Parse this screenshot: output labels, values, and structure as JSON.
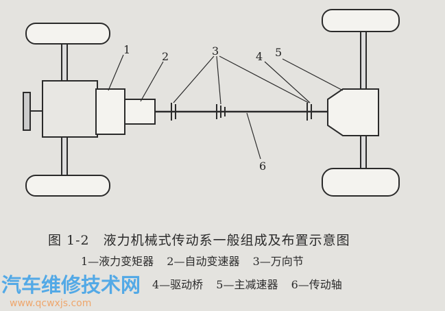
{
  "figure": {
    "caption": "图 1-2　液力机械式传动系一般组成及布置示意图",
    "callouts": [
      "1",
      "2",
      "3",
      "4",
      "5",
      "6"
    ],
    "legend_line1": [
      "1—液力变矩器",
      "2—自动变速器",
      "3—万向节"
    ],
    "legend_line2": [
      "4—驱动桥",
      "5—主减速器",
      "6—传动轴"
    ]
  },
  "watermark": {
    "name": "汽车维修技术网",
    "url": "www.qcwxjs.com"
  }
}
